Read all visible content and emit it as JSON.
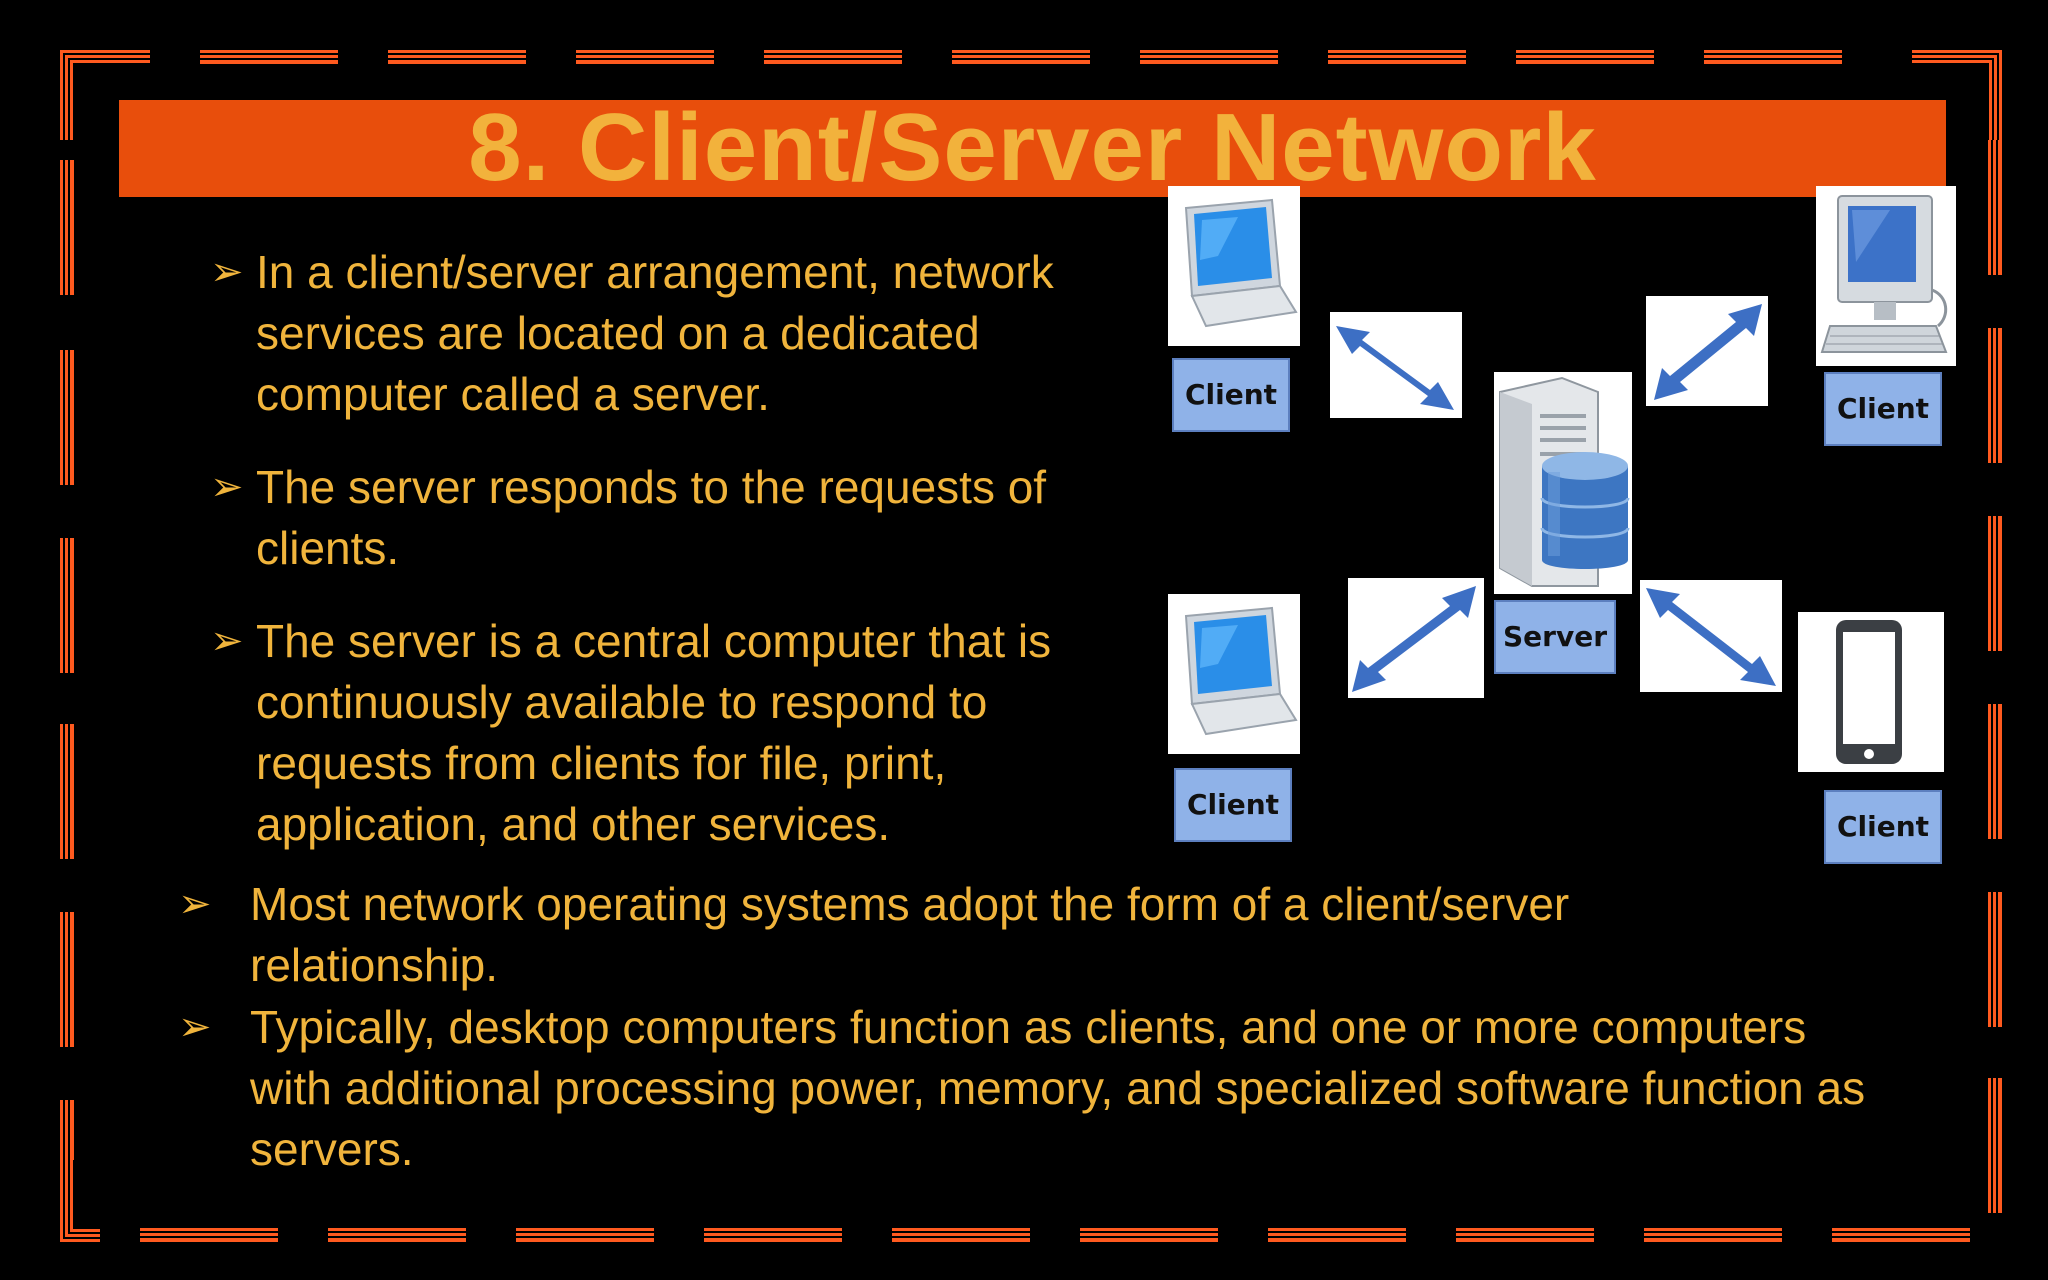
{
  "title": "8. Client/Server Network",
  "bullets": [
    "In a client/server arrangement, network services are located on a dedicated computer called a server.",
    " The server responds to the requests of clients.",
    "The server is a central computer that is continuously available to respond to requests from clients for file, print, application, and other services.",
    " Most network operating systems adopt the form of a client/server relationship.",
    "Typically, desktop computers function as clients, and one or more computers with additional processing power, memory, and specialized software function as servers."
  ],
  "bullet_marker": "➢",
  "diagram": {
    "labels": {
      "client_top_left": "Client",
      "client_top_right": "Client",
      "client_bottom_left": "Client",
      "client_bottom_right": "Client",
      "server": "Server"
    },
    "icons": [
      "laptop-icon",
      "desktop-computer-icon",
      "server-tower-icon",
      "database-icon",
      "smartphone-icon",
      "double-arrow-icon"
    ]
  },
  "colors": {
    "background": "#000000",
    "title_bar": "#e84e0c",
    "title_text": "#f2b23c",
    "body_text": "#f0b43c",
    "border": "#ff5a1f",
    "label_fill": "#8fb2e8",
    "arrow": "#3d6fc4"
  }
}
